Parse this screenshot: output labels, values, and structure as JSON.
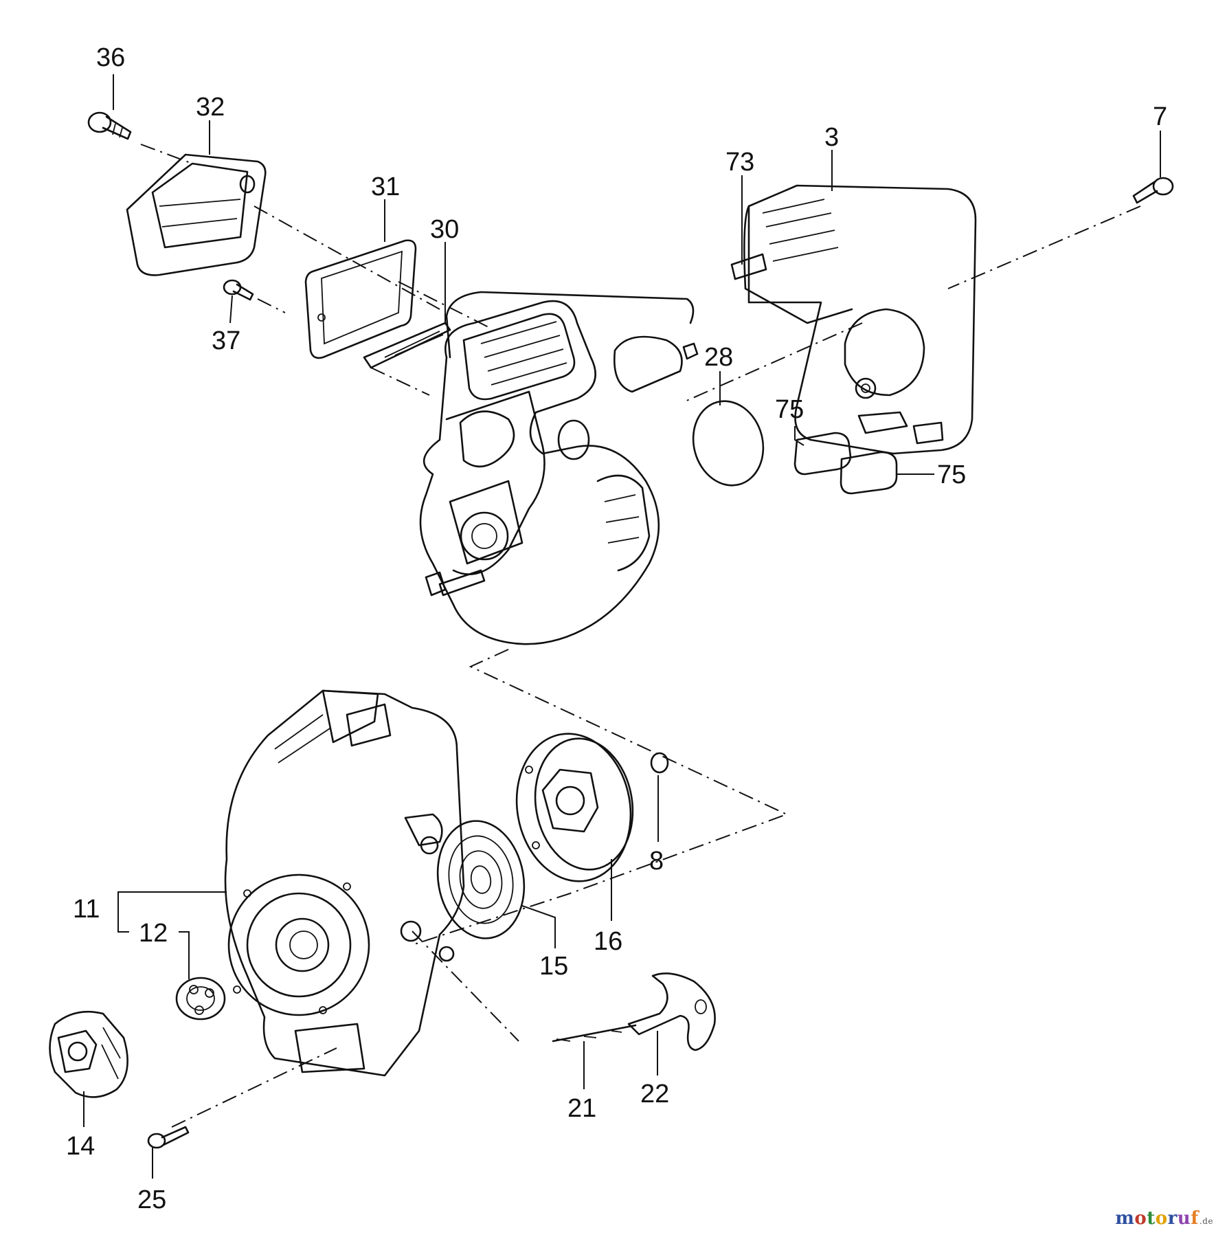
{
  "brand": {
    "letters": [
      {
        "ch": "m",
        "color": "#2e4fa0"
      },
      {
        "ch": "o",
        "color": "#c0392b"
      },
      {
        "ch": "t",
        "color": "#2e8b3a"
      },
      {
        "ch": "o",
        "color": "#e0a100"
      },
      {
        "ch": "r",
        "color": "#2e4fa0"
      },
      {
        "ch": "u",
        "color": "#8e44ad"
      },
      {
        "ch": "f",
        "color": "#e67e22"
      }
    ],
    "suffix": ".de"
  },
  "callouts": [
    "36",
    "32",
    "31",
    "30",
    "37",
    "73",
    "3",
    "7",
    "28",
    "75",
    "75",
    "11",
    "12",
    "14",
    "25",
    "8",
    "16",
    "15",
    "21",
    "22"
  ]
}
